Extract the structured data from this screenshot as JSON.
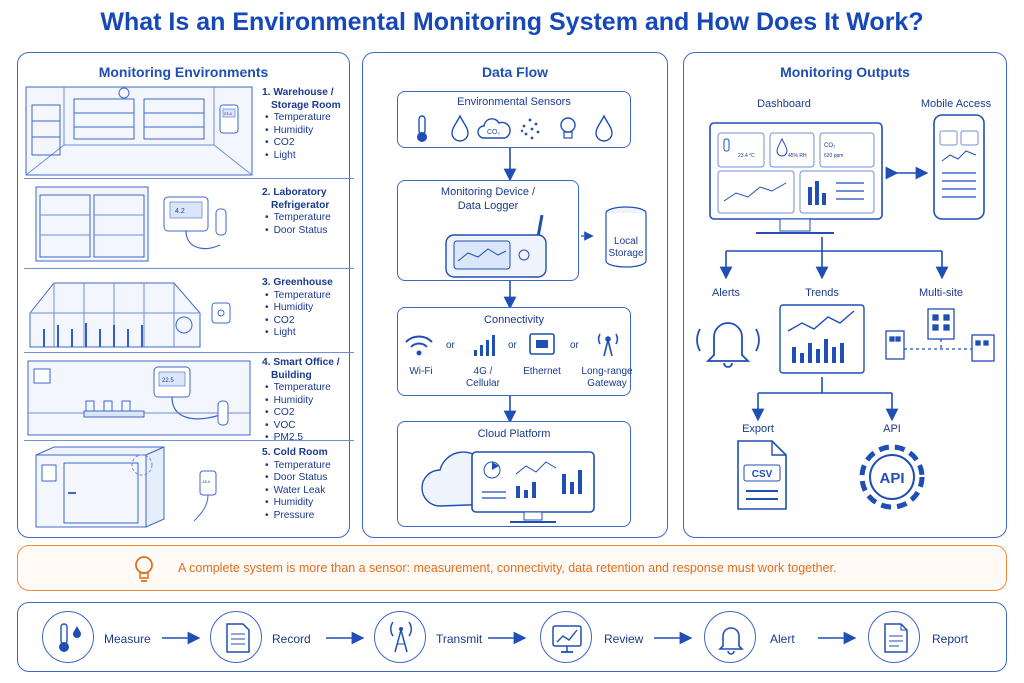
{
  "title": "What Is an Environmental Monitoring System and How Does It Work?",
  "environments": {
    "heading": "Monitoring Environments",
    "items": [
      {
        "name_line1": "1. Warehouse /",
        "name_line2": "Storage Room",
        "metrics": [
          "Temperature",
          "Humidity",
          "CO2",
          "Light"
        ]
      },
      {
        "name_line1": "2. Laboratory",
        "name_line2": "Refrigerator",
        "metrics": [
          "Temperature",
          "Door Status"
        ]
      },
      {
        "name_line1": "3. Greenhouse",
        "name_line2": "",
        "metrics": [
          "Temperature",
          "Humidity",
          "CO2",
          "Light"
        ]
      },
      {
        "name_line1": "4. Smart Office /",
        "name_line2": "Building",
        "metrics": [
          "Temperature",
          "Humidity",
          "CO2",
          "VOC",
          "PM2.5"
        ]
      },
      {
        "name_line1": "5. Cold Room",
        "name_line2": "",
        "metrics": [
          "Temperature",
          "Door Status",
          "Water Leak",
          "Humidity",
          "Pressure"
        ]
      }
    ],
    "screen_values": {
      "sensor": "23.4",
      "lab": "4.2",
      "office": "22.5",
      "cold": "-18.0"
    }
  },
  "data_flow": {
    "heading": "Data Flow",
    "sensors_title": "Environmental Sensors",
    "co2_label": "CO₂",
    "device_title_line1": "Monitoring Device /",
    "device_title_line2": "Data Logger",
    "local_storage_line1": "Local",
    "local_storage_line2": "Storage",
    "connectivity_title": "Connectivity",
    "or_label": "or",
    "options": [
      {
        "line1": "Wi-Fi",
        "line2": "",
        "icon": "wifi-icon"
      },
      {
        "line1": "4G /",
        "line2": "Cellular",
        "icon": "signal-bars-icon"
      },
      {
        "line1": "Ethernet",
        "line2": "",
        "icon": "ethernet-port-icon"
      },
      {
        "line1": "Long-range",
        "line2": "Gateway",
        "icon": "antenna-tower-icon"
      }
    ],
    "cloud_title": "Cloud Platform"
  },
  "outputs": {
    "heading": "Monitoring Outputs",
    "dashboard": "Dashboard",
    "mobile": "Mobile Access",
    "alerts": "Alerts",
    "trends": "Trends",
    "multisite": "Multi-site",
    "export": "Export",
    "api": "API",
    "csv": "CSV",
    "dash_temp": "23.4 °C",
    "dash_hum": "45% RH",
    "dash_co2_label": "CO₂",
    "dash_co2_value": "620 ppm"
  },
  "banner": {
    "text": "A complete system is more than a sensor: measurement, connectivity, data retention and response must work together.",
    "icon": "lightbulb-icon"
  },
  "process": {
    "steps": [
      {
        "label": "Measure",
        "icon": "thermometer-droplet-icon"
      },
      {
        "label": "Record",
        "icon": "document-icon"
      },
      {
        "label": "Transmit",
        "icon": "broadcast-tower-icon"
      },
      {
        "label": "Review",
        "icon": "monitor-chart-icon"
      },
      {
        "label": "Alert",
        "icon": "bell-icon"
      },
      {
        "label": "Report",
        "icon": "report-document-icon"
      }
    ]
  },
  "colors": {
    "primary": "#1748b8",
    "line": "#3e68c8",
    "accent_orange": "#e0701e"
  }
}
